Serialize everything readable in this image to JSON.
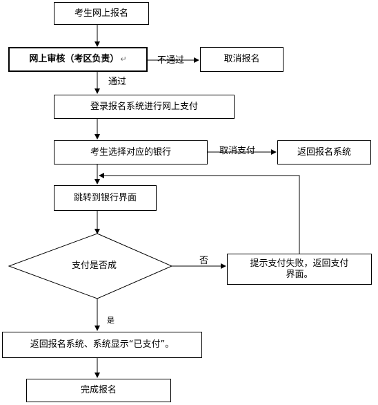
{
  "flowchart": {
    "start": "考生网上报名",
    "review": "网上审核（考区负责）",
    "review_mark": "↵",
    "cancel_registration": "取消报名",
    "login_pay": "登录报名系统进行网上支付",
    "choose_bank": "考生选择对应的银行",
    "return_system": "返回报名系统",
    "jump_bank": "跳转到银行界面",
    "decision": "支付是否成",
    "fail_notice_line1": "提示支付失败，返回支付",
    "fail_notice_line2": "界面。",
    "return_display": "返回报名系统、系统显示“已支付”。",
    "complete": "完成报名"
  },
  "edge_labels": {
    "not_pass": "不通过",
    "pass": "通过",
    "cancel_payment": "取消支付",
    "no": "否",
    "yes": "是"
  }
}
